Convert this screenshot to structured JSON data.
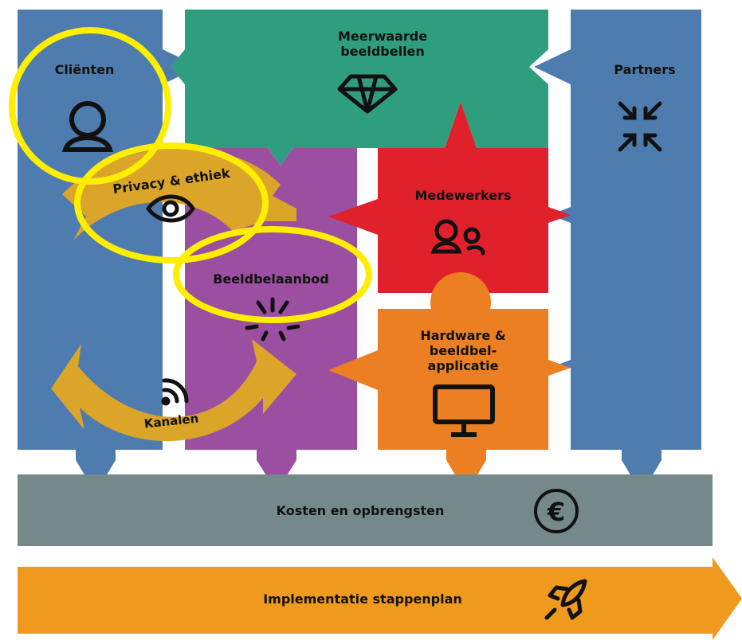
{
  "blocks": {
    "clienten": {
      "label": "Cliënten",
      "color": "#4e7cae",
      "icon": "user-icon"
    },
    "meerwaarde": {
      "label_line1": "Meerwaarde",
      "label_line2": "beeldbellen",
      "color": "#2e9e7e",
      "icon": "diamond-icon"
    },
    "partners": {
      "label": "Partners",
      "color": "#4e7cae",
      "icon": "collapse-arrows-icon"
    },
    "privacy": {
      "label": "Privacy & ethiek",
      "color": "#dba52a",
      "icon": "eye-icon"
    },
    "beeldbelaanbod": {
      "label": "Beeldbelaanbod",
      "color": "#9b4fa0",
      "icon": "sparkle-icon"
    },
    "medewerkers": {
      "label": "Medewerkers",
      "color": "#e0202b",
      "icon": "users-icon"
    },
    "hardware": {
      "label_line1": "Hardware &",
      "label_line2": "beeldbel-",
      "label_line3": "applicatie",
      "color": "#ec7f22",
      "icon": "monitor-icon"
    },
    "kanalen": {
      "label": "Kanalen",
      "color": "#dba52a",
      "icon": "signal-icon"
    },
    "kosten": {
      "label": "Kosten en opbrengsten",
      "color": "#76898a",
      "icon": "euro-icon"
    },
    "implementatie": {
      "label": "Implementatie stappenplan",
      "color": "#ef9a1e",
      "icon": "rocket-icon"
    }
  },
  "highlight_color": "#ffee00"
}
